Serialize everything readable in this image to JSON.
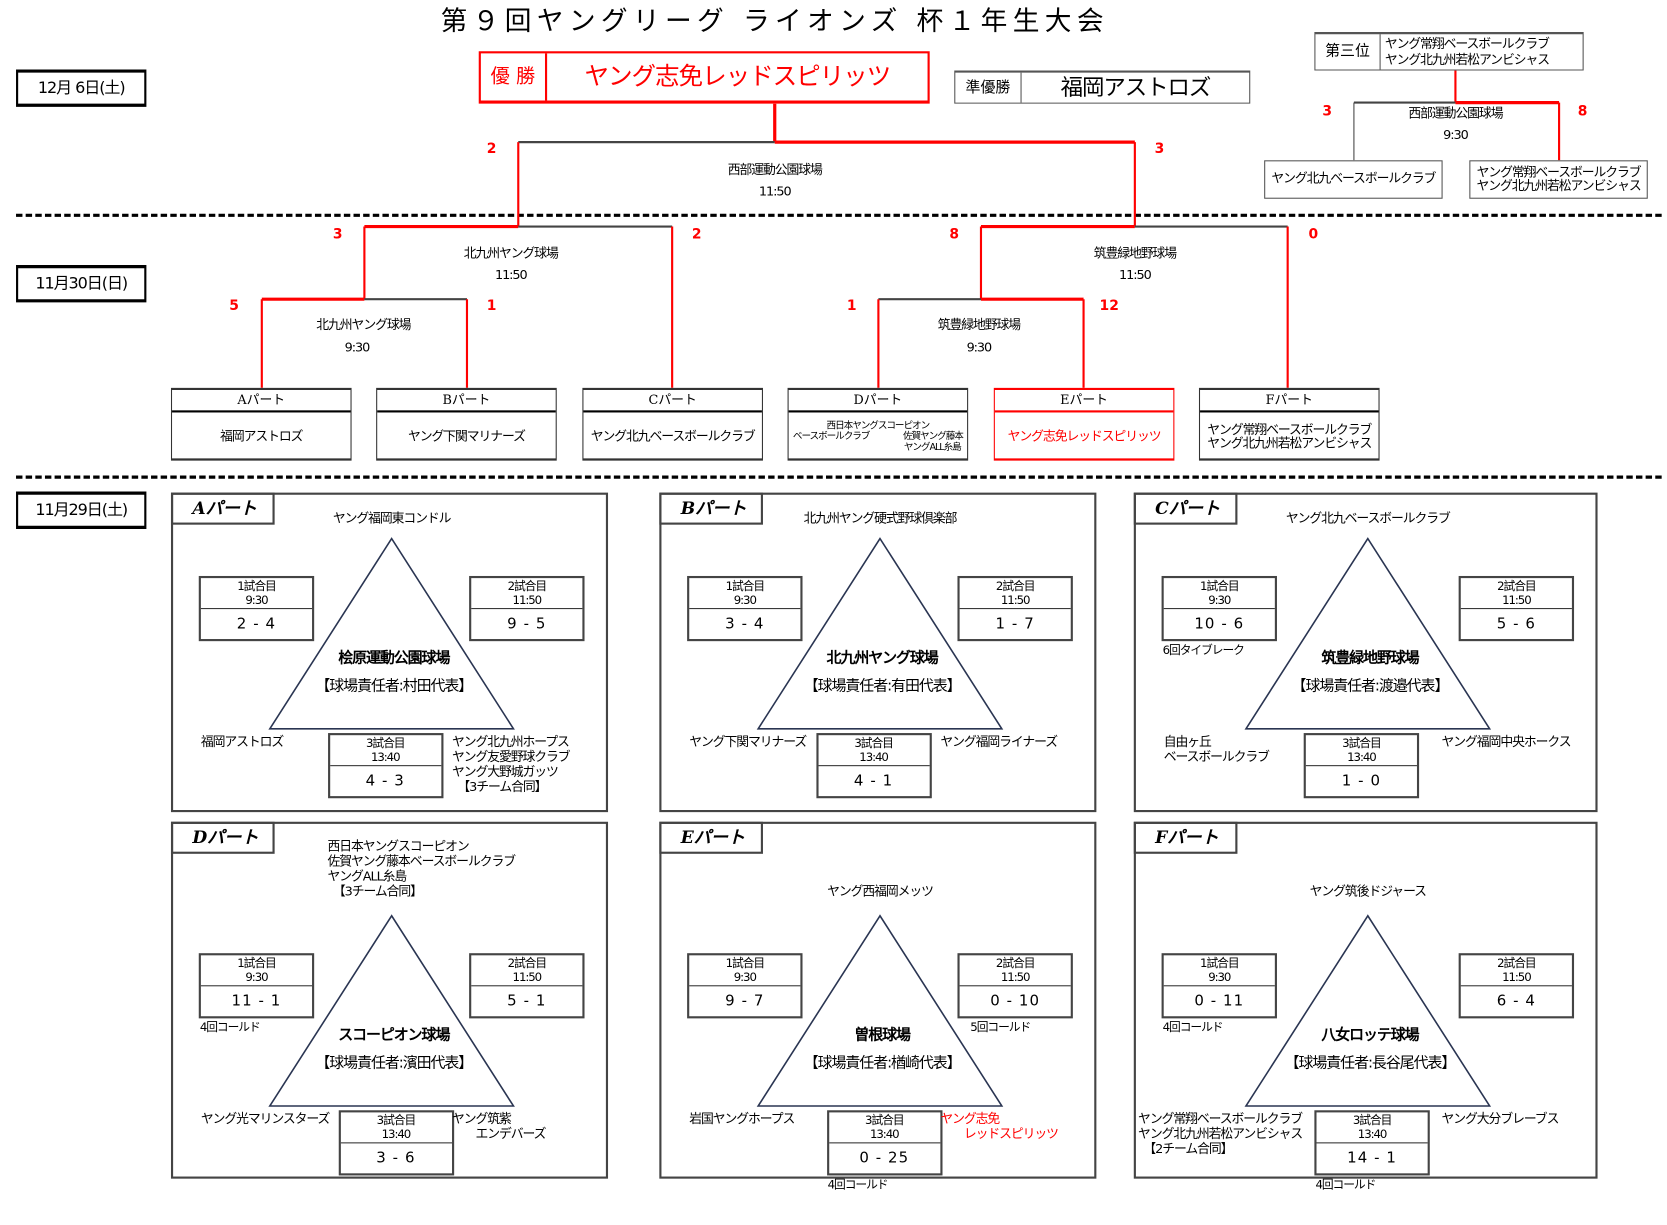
{
  "title": "第９回ヤングリーグ ライオンズ 杯１年生大会",
  "dates": {
    "final": "12月 6日(土)",
    "knockout": "11月30日(日)",
    "league": "11月29日(土)"
  },
  "results": {
    "champion_label": "優 勝",
    "champion": "ヤング志免レッドスピリッツ",
    "runner_up_label": "準優勝",
    "runner_up": "福岡アストロズ",
    "third_label": "第三位",
    "third": [
      "ヤング常翔ベースボールクラブ",
      "ヤング北九州若松アンビシャス"
    ]
  },
  "final_match": {
    "venue": "西部運動公園球場",
    "time": "11:50",
    "score_left": "2",
    "score_right": "3"
  },
  "third_match": {
    "venue": "西部運動公園球場",
    "time": "9:30",
    "score_left": "3",
    "score_right": "8",
    "team_left": "ヤング北九ベースボールクラブ",
    "team_right": [
      "ヤング常翔ベースボールクラブ",
      "ヤング北九州若松アンビシャス"
    ]
  },
  "semis": [
    {
      "venue": "北九州ヤング球場",
      "time": "11:50",
      "score_left": "3",
      "score_right": "2"
    },
    {
      "venue": "筑豊緑地野球場",
      "time": "11:50",
      "score_left": "8",
      "score_right": "0"
    }
  ],
  "quarters": [
    {
      "venue": "北九州ヤング球場",
      "time": "9:30",
      "score_left": "5",
      "score_right": "1"
    },
    {
      "venue": "筑豊緑地野球場",
      "time": "9:30",
      "score_left": "1",
      "score_right": "12"
    }
  ],
  "parts": [
    {
      "label": "Aパート",
      "team": [
        "福岡アストロズ"
      ]
    },
    {
      "label": "Bパート",
      "team": [
        "ヤング下関マリナーズ"
      ]
    },
    {
      "label": "Cパート",
      "team": [
        "ヤング北九ベースボールクラブ"
      ]
    },
    {
      "label": "Dパート",
      "team": [
        "西日本ヤングスコーピオン",
        "ベースボールクラブ",
        "佐賀ヤング藤本",
        "ヤングALL糸島"
      ]
    },
    {
      "label": "Eパート",
      "team": [
        "ヤング志免レッドスピリッツ"
      ]
    },
    {
      "label": "Fパート",
      "team": [
        "ヤング常翔ベースボールクラブ",
        "ヤング北九州若松アンビシャス"
      ]
    }
  ],
  "groups": [
    {
      "label": "Aパート",
      "top_team": [
        "ヤング福岡東コンドル"
      ],
      "venue": "桧原運動公園球場",
      "manager": "【球場責任者:村田代表】",
      "left_team": [
        "福岡アストロズ"
      ],
      "right_team": [
        "ヤング北九州ホープス",
        "ヤング友愛野球クラブ",
        "ヤング大野城ガッツ",
        "　【3チーム合同】"
      ],
      "games": [
        {
          "label": "1試合目",
          "time": "9:30",
          "score": "2 - 4",
          "note": ""
        },
        {
          "label": "2試合目",
          "time": "11:50",
          "score": "9 - 5",
          "note": ""
        },
        {
          "label": "3試合目",
          "time": "13:40",
          "score": "4 - 3",
          "note": ""
        }
      ]
    },
    {
      "label": "Bパート",
      "top_team": [
        "北九州ヤング硬式野球倶楽部"
      ],
      "venue": "北九州ヤング球場",
      "manager": "【球場責任者:有田代表】",
      "left_team": [
        "ヤング下関マリナーズ"
      ],
      "right_team": [
        "ヤング福岡ライナーズ"
      ],
      "games": [
        {
          "label": "1試合目",
          "time": "9:30",
          "score": "3 - 4",
          "note": ""
        },
        {
          "label": "2試合目",
          "time": "11:50",
          "score": "1 - 7",
          "note": ""
        },
        {
          "label": "3試合目",
          "time": "13:40",
          "score": "4 - 1",
          "note": ""
        }
      ]
    },
    {
      "label": "Cパート",
      "top_team": [
        "ヤング北九ベースボールクラブ"
      ],
      "venue": "筑豊緑地野球場",
      "manager": "【球場責任者:渡邉代表】",
      "left_team": [
        "自由ヶ丘",
        "ベースボールクラブ"
      ],
      "right_team": [
        "ヤング福岡中央ホークス"
      ],
      "games": [
        {
          "label": "1試合目",
          "time": "9:30",
          "score": "10 - 6",
          "note": "6回タイブレーク"
        },
        {
          "label": "2試合目",
          "time": "11:50",
          "score": "5 - 6",
          "note": ""
        },
        {
          "label": "3試合目",
          "time": "13:40",
          "score": "1 - 0",
          "note": ""
        }
      ]
    },
    {
      "label": "Dパート",
      "top_team": [
        "西日本ヤングスコーピオン",
        "佐賀ヤング藤本ベースボールクラブ",
        "ヤングALL糸島",
        "　【3チーム合同】"
      ],
      "venue": "スコーピオン球場",
      "manager": "【球場責任者:濱田代表】",
      "left_team": [
        "ヤング光マリンスターズ"
      ],
      "right_team": [
        "ヤング筑紫",
        "　　エンデバーズ"
      ],
      "games": [
        {
          "label": "1試合目",
          "time": "9:30",
          "score": "11 - 1",
          "note": "4回コールド"
        },
        {
          "label": "2試合目",
          "time": "11:50",
          "score": "5 - 1",
          "note": ""
        },
        {
          "label": "3試合目",
          "time": "13:40",
          "score": "3 - 6",
          "note": ""
        }
      ]
    },
    {
      "label": "Eパート",
      "top_team": [
        "ヤング西福岡メッツ"
      ],
      "venue": "曽根球場",
      "manager": "【球場責任者:楢崎代表】",
      "left_team": [
        "岩国ヤングホープス"
      ],
      "right_team": [
        "ヤング志免",
        "　　レッドスピリッツ"
      ],
      "highlight": "right",
      "games": [
        {
          "label": "1試合目",
          "time": "9:30",
          "score": "9 - 7",
          "note": ""
        },
        {
          "label": "2試合目",
          "time": "11:50",
          "score": "0 - 10",
          "note": "5回コールド"
        },
        {
          "label": "3試合目",
          "time": "13:40",
          "score": "0 - 25",
          "note": "4回コールド"
        }
      ]
    },
    {
      "label": "Fパート",
      "top_team": [
        "ヤング筑後ドジャース"
      ],
      "venue": "八女ロッテ球場",
      "manager": "【球場責任者:長谷尾代表】",
      "left_team": [
        "ヤング常翔ベースボールクラブ",
        "ヤング北九州若松アンビシャス",
        "　【2チーム合同】"
      ],
      "right_team": [
        "ヤング大分ブレーブス"
      ],
      "games": [
        {
          "label": "1試合目",
          "time": "9:30",
          "score": "0 - 11",
          "note": "4回コールド"
        },
        {
          "label": "2試合目",
          "time": "11:50",
          "score": "6 - 4",
          "note": ""
        },
        {
          "label": "3試合目",
          "time": "13:40",
          "score": "14 - 1",
          "note": "4回コールド"
        }
      ]
    }
  ],
  "colors": {
    "winner_line": "#ff0000",
    "line": "#444444",
    "score": "#ff0000"
  }
}
